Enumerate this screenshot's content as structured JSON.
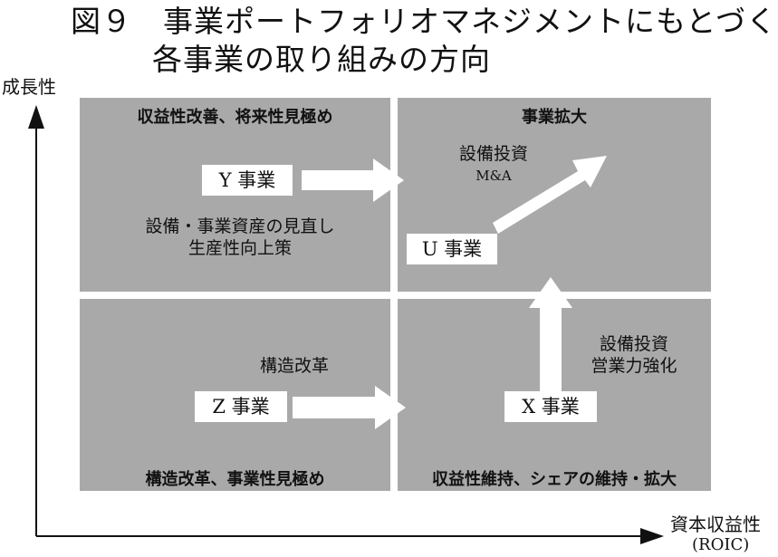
{
  "title": {
    "line1": "図９　事業ポートフォリオマネジメントにもとづく",
    "line2": "各事業の取り組みの方向"
  },
  "axes": {
    "y_label": "成長性",
    "x_label": "資本収益性",
    "x_sub": "(ROIC)"
  },
  "quadrants": {
    "top_left": {
      "title": "収益性改善、将来性見極め",
      "business": "Y 事業",
      "note_lines": [
        "設備・事業資産の見直し",
        "生産性向上策"
      ]
    },
    "top_right": {
      "title": "事業拡大",
      "note_lines": [
        "設備投資",
        "M&A"
      ],
      "business": "U 事業"
    },
    "bottom_left": {
      "title": "構造改革、事業性見極め",
      "note_lines": [
        "構造改革"
      ],
      "business": "Z 事業"
    },
    "bottom_right": {
      "title": "収益性維持、シェアの維持・拡大",
      "note_lines": [
        "設備投資",
        "営業力強化"
      ],
      "business": "X 事業"
    }
  },
  "colors": {
    "quadrant_fill": "#a9a9a9",
    "arrow_fill": "#ffffff",
    "axis": "#111111"
  }
}
